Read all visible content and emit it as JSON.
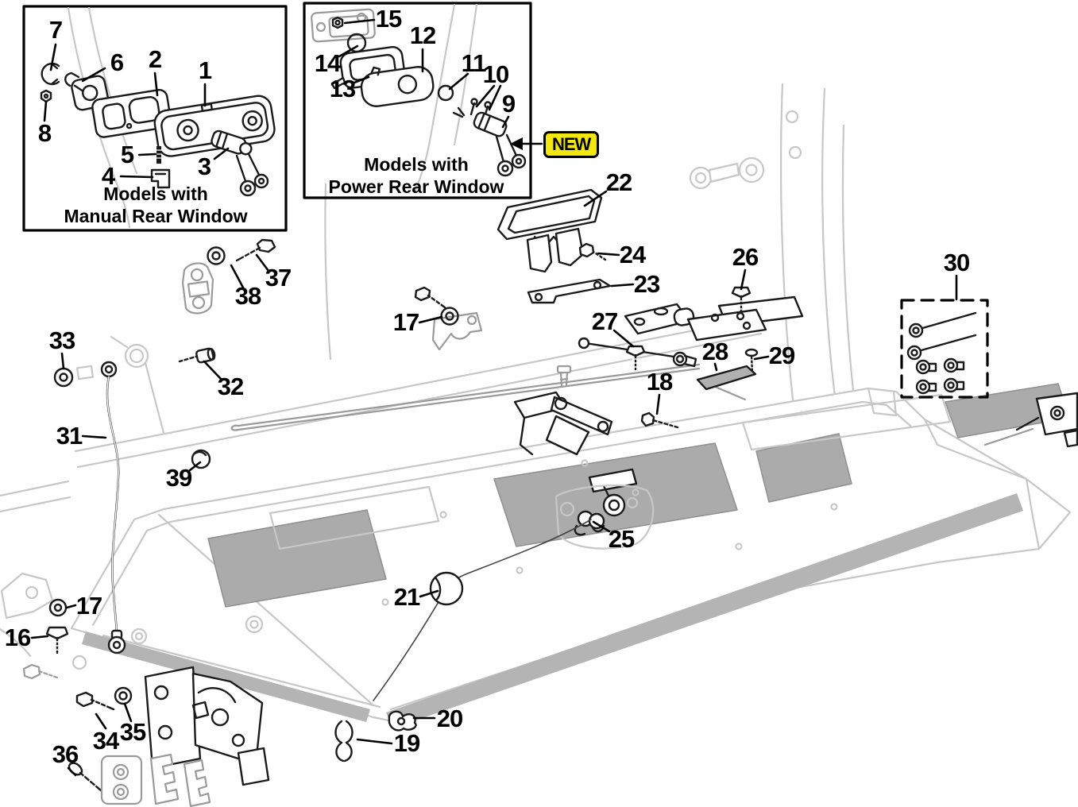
{
  "badge": {
    "label": "NEW"
  },
  "boxes": {
    "manual": {
      "line1": "Models with",
      "line2": "Manual Rear Window"
    },
    "power": {
      "line1": "Models with",
      "line2": "Power Rear Window"
    }
  },
  "colors": {
    "badge_bg": "#F2E70E",
    "line_light": "#C7C7C7",
    "line_mid": "#9A9A9A",
    "line_dark": "#1A1A1A",
    "glass_fill": "#ABABAB",
    "stripe_fill": "#B4B4B4"
  },
  "callouts": {
    "c1": "1",
    "c2": "2",
    "c3": "3",
    "c4": "4",
    "c5": "5",
    "c6": "6",
    "c7": "7",
    "c8": "8",
    "c9": "9",
    "c10": "10",
    "c11": "11",
    "c12": "12",
    "c13": "13",
    "c14": "14",
    "c15": "15",
    "c16": "16",
    "c17a": "17",
    "c17b": "17",
    "c18": "18",
    "c19": "19",
    "c20": "20",
    "c21": "21",
    "c22": "22",
    "c23": "23",
    "c24": "24",
    "c25": "25",
    "c26": "26",
    "c27": "27",
    "c28": "28",
    "c29": "29",
    "c30": "30",
    "c31": "31",
    "c32": "32",
    "c33": "33",
    "c34": "34",
    "c35": "35",
    "c36": "36",
    "c37": "37",
    "c38": "38",
    "c39": "39"
  }
}
